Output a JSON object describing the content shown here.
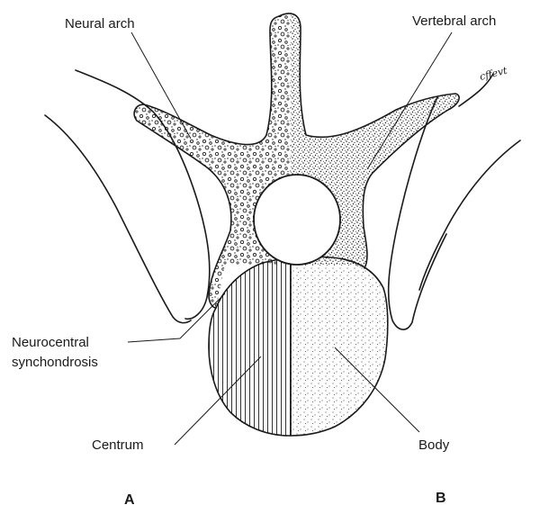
{
  "labels": {
    "neural_arch": "Neural arch",
    "vertebral_arch": "Vertebral arch",
    "neurocentral_line1": "Neurocentral",
    "neurocentral_line2": "synchondrosis",
    "centrum": "Centrum",
    "body": "Body"
  },
  "panels": {
    "left": "A",
    "right": "B"
  },
  "signature": "cffevt"
}
